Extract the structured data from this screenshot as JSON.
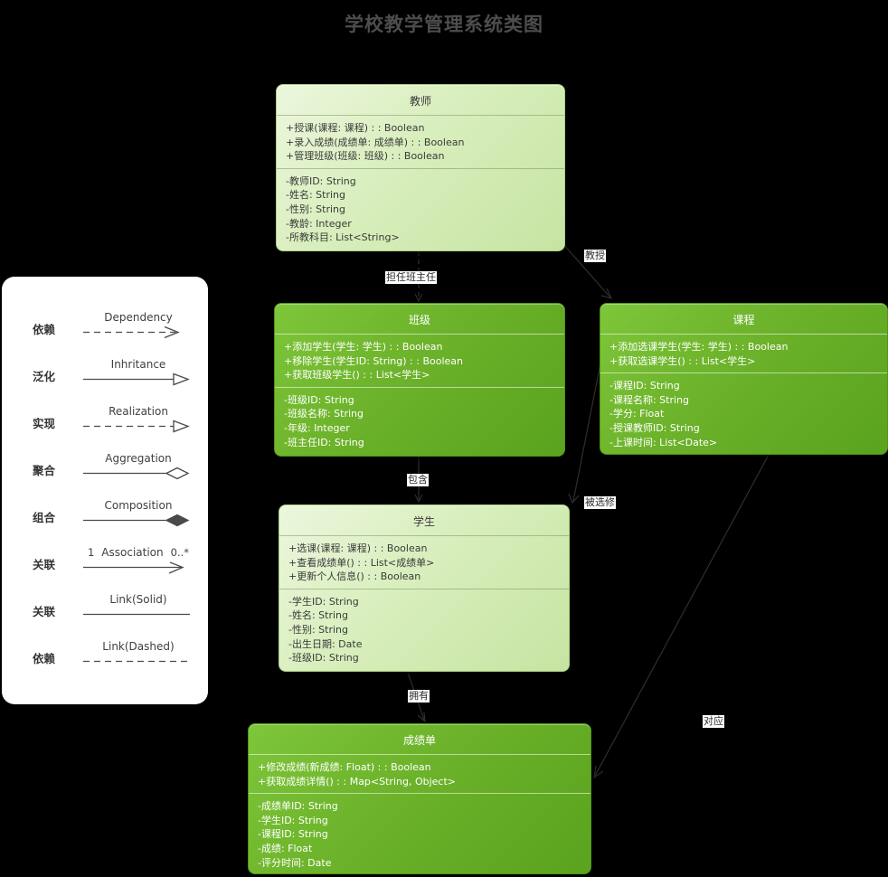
{
  "title": "学校教学管理系统类图",
  "colors": {
    "background": "#000000",
    "class_green": "#6cb22a",
    "class_light_green": "#d8eebc",
    "edge_label_bg": "#ffffff",
    "legend_bg": "#ffffff",
    "title_text": "#4d4d4d"
  },
  "legend": {
    "rows": [
      {
        "label": "依赖",
        "symbol_label": "Dependency",
        "symbol": "dashed-open-arrow"
      },
      {
        "label": "泛化",
        "symbol_label": "Inhritance",
        "symbol": "solid-triangle-arrow"
      },
      {
        "label": "实现",
        "symbol_label": "Realization",
        "symbol": "dashed-triangle-arrow"
      },
      {
        "label": "聚合",
        "symbol_label": "Aggregation",
        "symbol": "open-diamond"
      },
      {
        "label": "组合",
        "symbol_label": "Composition",
        "symbol": "filled-diamond"
      },
      {
        "label": "关联",
        "symbol_label": "Association",
        "symbol": "open-arrow",
        "left_multiplicity": "1",
        "right_multiplicity": "0..*"
      },
      {
        "label": "关联",
        "symbol_label": "Link(Solid)",
        "symbol": "solid-line"
      },
      {
        "label": "依赖",
        "symbol_label": "Link(Dashed)",
        "symbol": "dashed-line"
      }
    ]
  },
  "classes": [
    {
      "name": "教师",
      "theme": "light",
      "methods": [
        "+授课(课程: 课程) : : Boolean",
        "+录入成绩(成绩单: 成绩单) : : Boolean",
        "+管理班级(班级: 班级) : : Boolean"
      ],
      "attributes": [
        "-教师ID: String",
        "-姓名: String",
        "-性别: String",
        "-教龄: Integer",
        "-所教科目: List<String>"
      ]
    },
    {
      "name": "班级",
      "theme": "dark",
      "methods": [
        "+添加学生(学生: 学生) : : Boolean",
        "+移除学生(学生ID: String) : : Boolean",
        "+获取班级学生() : : List<学生>"
      ],
      "attributes": [
        "-班级ID: String",
        "-班级名称: String",
        "-年级: Integer",
        "-班主任ID: String"
      ]
    },
    {
      "name": "课程",
      "theme": "dark",
      "methods": [
        "+添加选课学生(学生: 学生) : : Boolean",
        "+获取选课学生() : : List<学生>"
      ],
      "attributes": [
        "-课程ID: String",
        "-课程名称: String",
        "-学分: Float",
        "-授课教师ID: String",
        "-上课时间: List<Date>"
      ]
    },
    {
      "name": "学生",
      "theme": "light",
      "methods": [
        "+选课(课程: 课程) : : Boolean",
        "+查看成绩单() : : List<成绩单>",
        "+更新个人信息() : : Boolean"
      ],
      "attributes": [
        "-学生ID: String",
        "-姓名: String",
        "-性别: String",
        "-出生日期: Date",
        "-班级ID: String"
      ]
    },
    {
      "name": "成绩单",
      "theme": "dark",
      "methods": [
        "+修改成绩(新成绩: Float) : : Boolean",
        "+获取成绩详情() : : Map<String, Object>"
      ],
      "attributes": [
        "-成绩单ID: String",
        "-学生ID: String",
        "-课程ID: String",
        "-成绩: Float",
        "-评分时间: Date"
      ]
    }
  ],
  "edges": [
    {
      "label": "教授"
    },
    {
      "label": "担任班主任"
    },
    {
      "label": "包含"
    },
    {
      "label": "被选修"
    },
    {
      "label": "拥有"
    },
    {
      "label": "对应"
    }
  ]
}
